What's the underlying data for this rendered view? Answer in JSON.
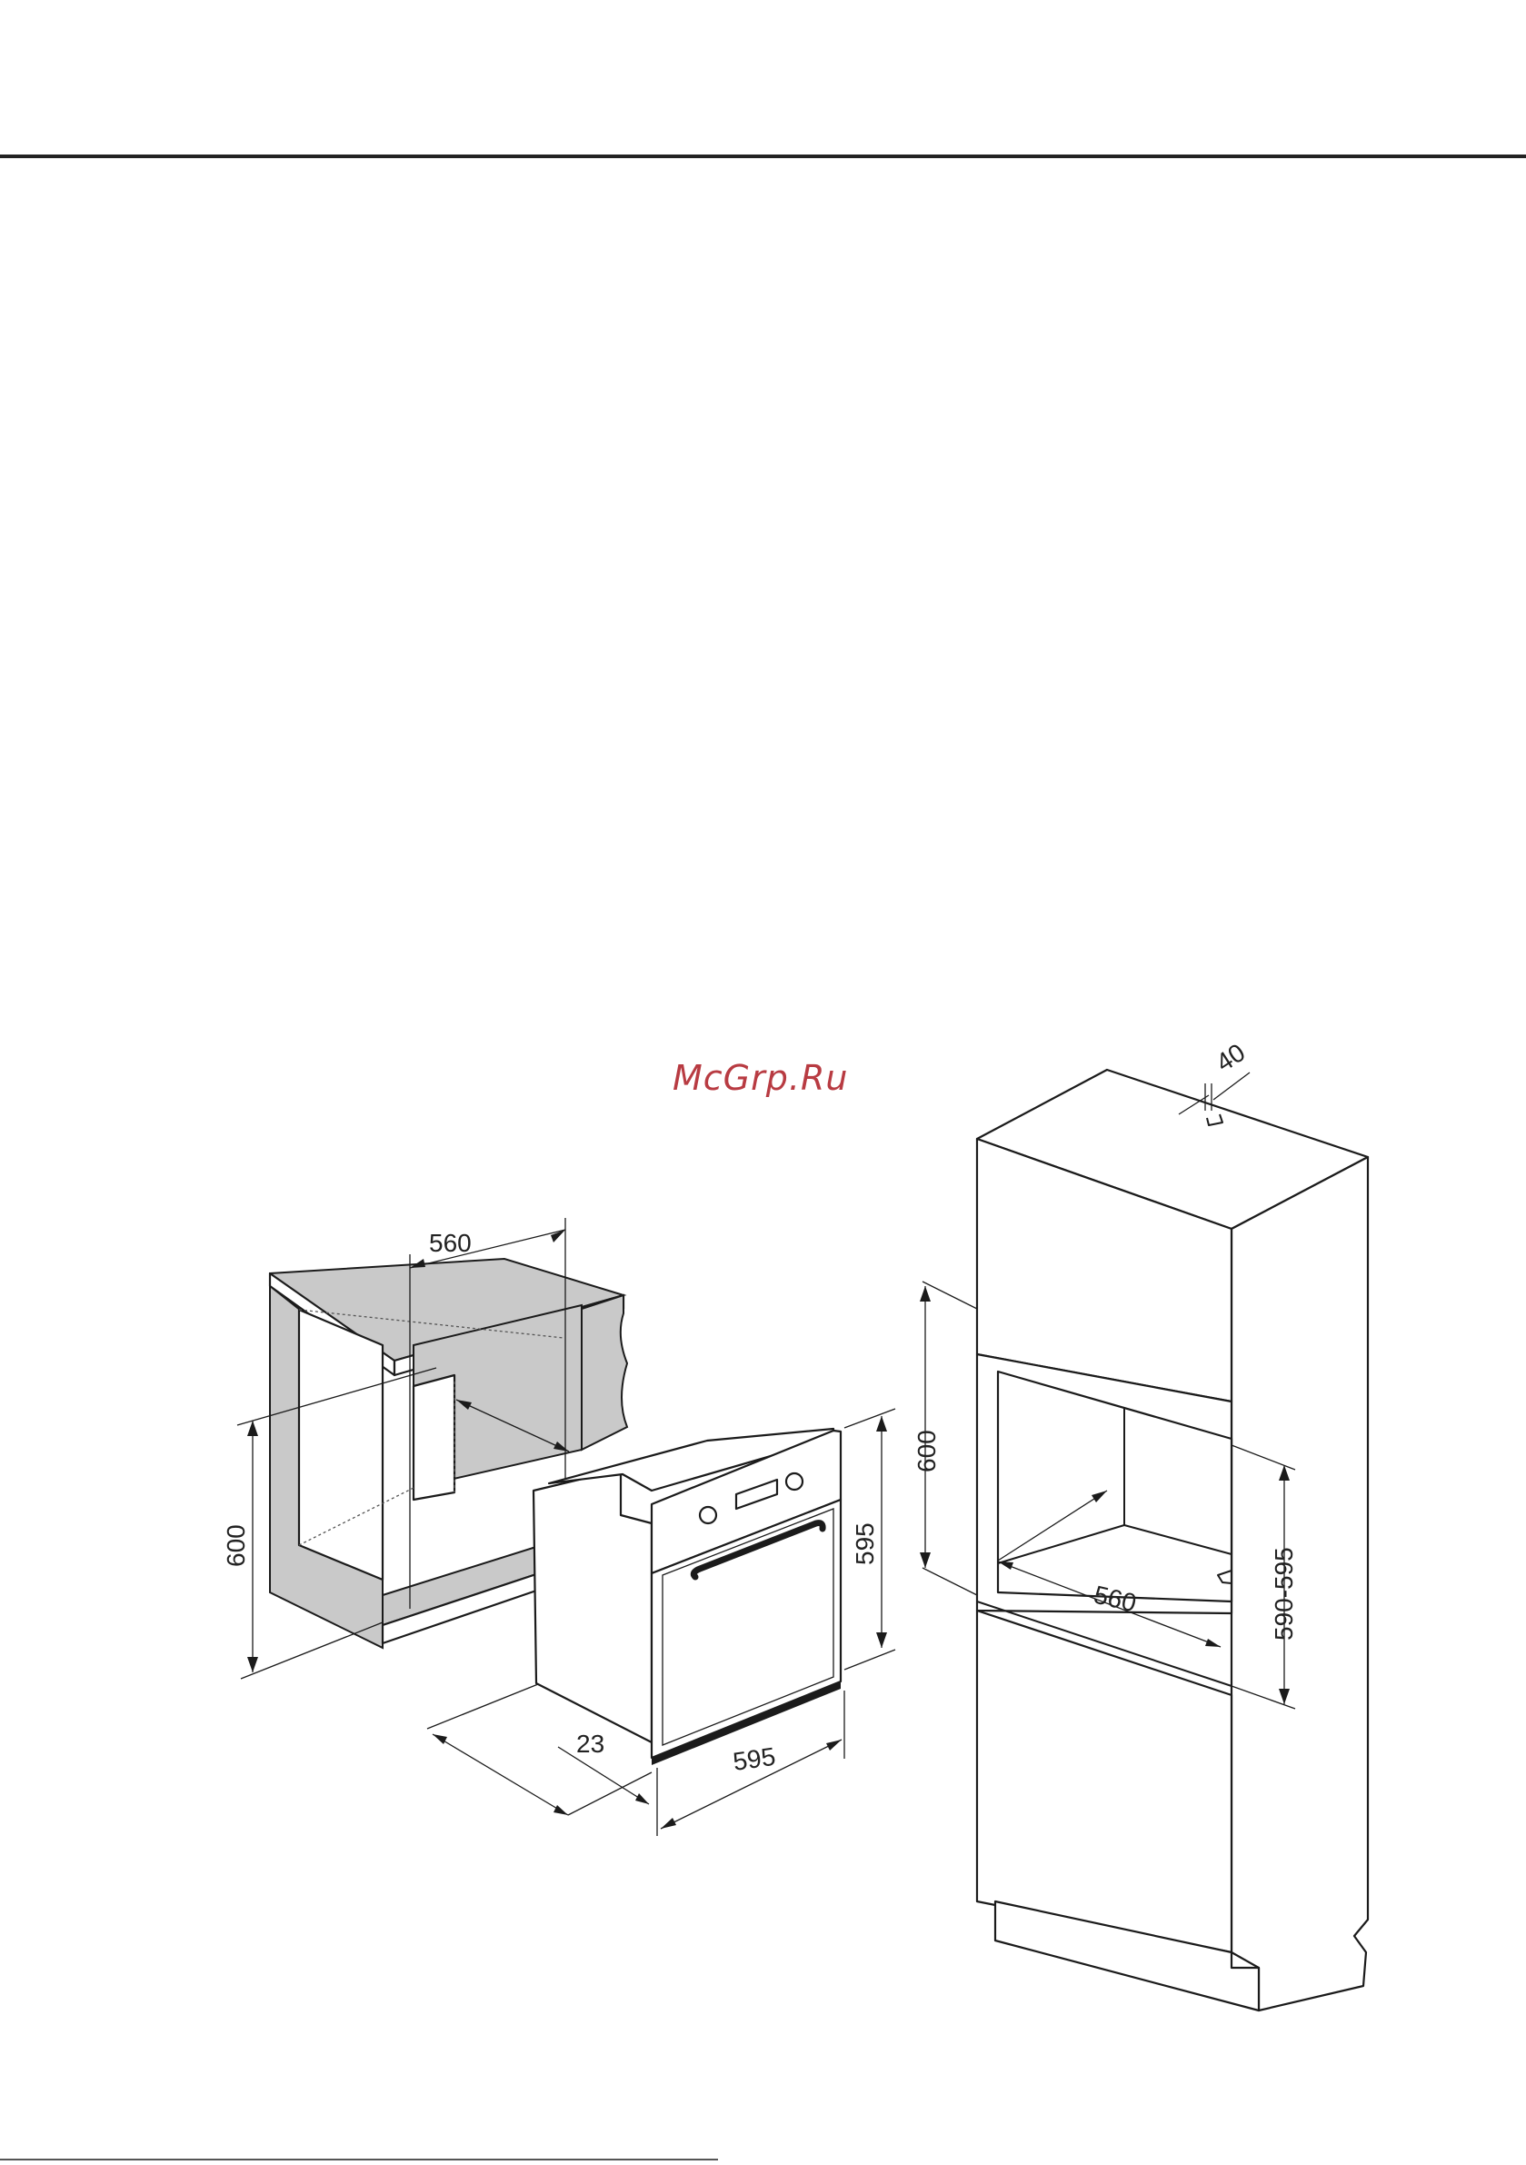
{
  "watermark": "McGrp.Ru",
  "dimensions": {
    "left_cabinet_width": "560",
    "left_cabinet_height": "600",
    "oven_height": "595",
    "oven_width": "595",
    "oven_depth_front": "23",
    "tall_cabinet_gap": "40",
    "tall_cabinet_height": "600",
    "tall_cabinet_depth": "560",
    "tall_cabinet_opening": "590-595"
  },
  "colors": {
    "cabinet_fill": "#c9c9c9",
    "line": "#1b1b1b",
    "watermark": "#b83b42"
  }
}
